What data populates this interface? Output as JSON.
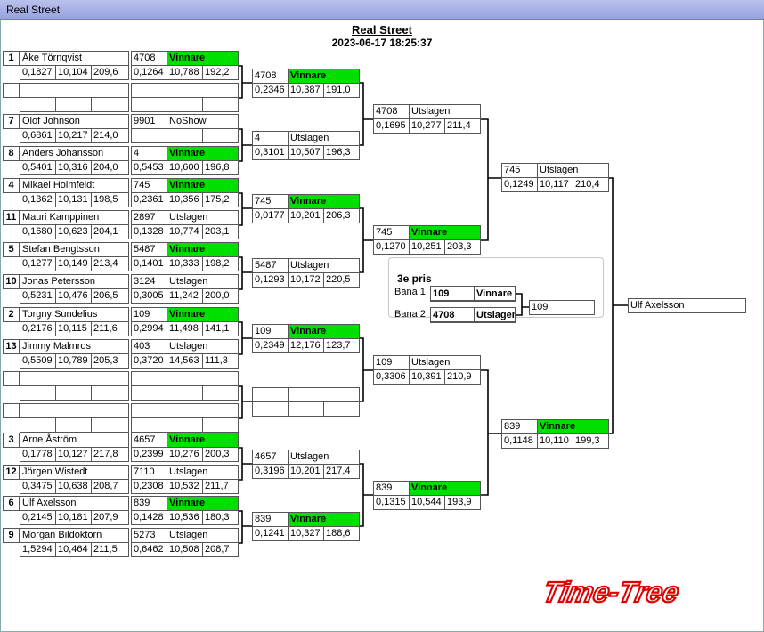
{
  "window": {
    "title": "Real Street"
  },
  "header": {
    "title": "Real Street",
    "datetime": "2023-06-17 18:25:37"
  },
  "round1": [
    {
      "seed": "1",
      "name": "Åke Törnqvist",
      "r": "0,1827",
      "et": "10,104",
      "sp": "209,6",
      "id": "4708",
      "status": "Vinnare",
      "r2": "0,1264",
      "et2": "10,788",
      "sp2": "192,2",
      "win": true
    },
    {
      "seed": "",
      "name": "",
      "r": "",
      "et": "",
      "sp": "",
      "id": "",
      "status": "",
      "r2": "",
      "et2": "",
      "sp2": "",
      "win": false
    },
    {
      "seed": "7",
      "name": "Olof Johnson",
      "r": "0,6861",
      "et": "10,217",
      "sp": "214,0",
      "id": "9901",
      "status": "NoShow",
      "r2": "",
      "et2": "",
      "sp2": "",
      "win": false
    },
    {
      "seed": "8",
      "name": "Anders Johansson",
      "r": "0,5401",
      "et": "10,316",
      "sp": "204,0",
      "id": "4",
      "status": "Vinnare",
      "r2": "0,5453",
      "et2": "10,600",
      "sp2": "196,8",
      "win": true
    },
    {
      "seed": "4",
      "name": "Mikael Holmfeldt",
      "r": "0,1362",
      "et": "10,131",
      "sp": "198,5",
      "id": "745",
      "status": "Vinnare",
      "r2": "0,2361",
      "et2": "10,356",
      "sp2": "175,2",
      "win": true
    },
    {
      "seed": "11",
      "name": "Mauri Kamppinen",
      "r": "0,1680",
      "et": "10,623",
      "sp": "204,1",
      "id": "2897",
      "status": "Utslagen",
      "r2": "0,1328",
      "et2": "10,774",
      "sp2": "203,1",
      "win": false
    },
    {
      "seed": "5",
      "name": "Stefan Bengtsson",
      "r": "0,1277",
      "et": "10,149",
      "sp": "213,4",
      "id": "5487",
      "status": "Vinnare",
      "r2": "0,1401",
      "et2": "10,333",
      "sp2": "198,2",
      "win": true
    },
    {
      "seed": "10",
      "name": "Jonas Petersson",
      "r": "0,5231",
      "et": "10,476",
      "sp": "206,5",
      "id": "3124",
      "status": "Utslagen",
      "r2": "0,3005",
      "et2": "11,242",
      "sp2": "200,0",
      "win": false
    },
    {
      "seed": "2",
      "name": "Torgny Sundelius",
      "r": "0,2176",
      "et": "10,115",
      "sp": "211,6",
      "id": "109",
      "status": "Vinnare",
      "r2": "0,2994",
      "et2": "11,498",
      "sp2": "141,1",
      "win": true
    },
    {
      "seed": "13",
      "name": "Jimmy Malmros",
      "r": "0,5509",
      "et": "10,789",
      "sp": "205,3",
      "id": "403",
      "status": "Utslagen",
      "r2": "0,3720",
      "et2": "14,563",
      "sp2": "111,3",
      "win": false
    },
    {
      "seed": "",
      "name": "",
      "r": "",
      "et": "",
      "sp": "",
      "id": "",
      "status": "",
      "r2": "",
      "et2": "",
      "sp2": "",
      "win": false
    },
    {
      "seed": "",
      "name": "",
      "r": "",
      "et": "",
      "sp": "",
      "id": "",
      "status": "",
      "r2": "",
      "et2": "",
      "sp2": "",
      "win": false
    },
    {
      "seed": "3",
      "name": "Arne Åström",
      "r": "0,1778",
      "et": "10,127",
      "sp": "217,8",
      "id": "4657",
      "status": "Vinnare",
      "r2": "0,2399",
      "et2": "10,276",
      "sp2": "200,3",
      "win": true
    },
    {
      "seed": "12",
      "name": "Jörgen  Wistedt",
      "r": "0,3475",
      "et": "10,638",
      "sp": "208,7",
      "id": "7110",
      "status": "Utslagen",
      "r2": "0,2308",
      "et2": "10,532",
      "sp2": "211,7",
      "win": false
    },
    {
      "seed": "6",
      "name": "Ulf Axelsson",
      "r": "0,2145",
      "et": "10,181",
      "sp": "207,9",
      "id": "839",
      "status": "Vinnare",
      "r2": "0,1428",
      "et2": "10,536",
      "sp2": "180,3",
      "win": true
    },
    {
      "seed": "9",
      "name": "Morgan Bildoktorn",
      "r": "1,5294",
      "et": "10,464",
      "sp": "211,5",
      "id": "5273",
      "status": "Utslagen",
      "r2": "0,6462",
      "et2": "10,508",
      "sp2": "208,7",
      "win": false
    }
  ],
  "round2": [
    {
      "id": "4708",
      "status": "Vinnare",
      "r": "0,2346",
      "et": "10,387",
      "sp": "191,0",
      "win": true
    },
    {
      "id": "4",
      "status": "Utslagen",
      "r": "0,3101",
      "et": "10,507",
      "sp": "196,3",
      "win": false
    },
    {
      "id": "745",
      "status": "Vinnare",
      "r": "0,0177",
      "et": "10,201",
      "sp": "206,3",
      "win": true
    },
    {
      "id": "5487",
      "status": "Utslagen",
      "r": "0,1293",
      "et": "10,172",
      "sp": "220,5",
      "win": false
    },
    {
      "id": "109",
      "status": "Vinnare",
      "r": "0,2349",
      "et": "12,176",
      "sp": "123,7",
      "win": true
    },
    {
      "id": "",
      "status": "",
      "r": "",
      "et": "",
      "sp": "",
      "win": false
    },
    {
      "id": "4657",
      "status": "Utslagen",
      "r": "0,3196",
      "et": "10,201",
      "sp": "217,4",
      "win": false
    },
    {
      "id": "839",
      "status": "Vinnare",
      "r": "0,1241",
      "et": "10,327",
      "sp": "188,6",
      "win": true
    }
  ],
  "round3": [
    {
      "id": "4708",
      "status": "Utslagen",
      "r": "0,1695",
      "et": "10,277",
      "sp": "211,4",
      "win": false
    },
    {
      "id": "745",
      "status": "Vinnare",
      "r": "0,1270",
      "et": "10,251",
      "sp": "203,3",
      "win": true
    },
    {
      "id": "109",
      "status": "Utslagen",
      "r": "0,3306",
      "et": "10,391",
      "sp": "210,9",
      "win": false
    },
    {
      "id": "839",
      "status": "Vinnare",
      "r": "0,1315",
      "et": "10,544",
      "sp": "193,9",
      "win": true
    }
  ],
  "round4": [
    {
      "id": "745",
      "status": "Utslagen",
      "r": "0,1249",
      "et": "10,117",
      "sp": "210,4",
      "win": false
    },
    {
      "id": "839",
      "status": "Vinnare",
      "r": "0,1148",
      "et": "10,110",
      "sp": "199,3",
      "win": true
    }
  ],
  "final": {
    "winner": "Ulf Axelsson"
  },
  "third_place": {
    "title": "3e pris",
    "bana1_label": "Bana 1",
    "bana1_id": "109",
    "bana1_status": "Vinnare",
    "bana2_label": "Bana 2",
    "bana2_id": "4708",
    "bana2_status": "Utslagen",
    "result": "109"
  },
  "logo": {
    "text": "Time-Tree",
    "color": "#e00000"
  },
  "colors": {
    "winner": "#00e000"
  }
}
